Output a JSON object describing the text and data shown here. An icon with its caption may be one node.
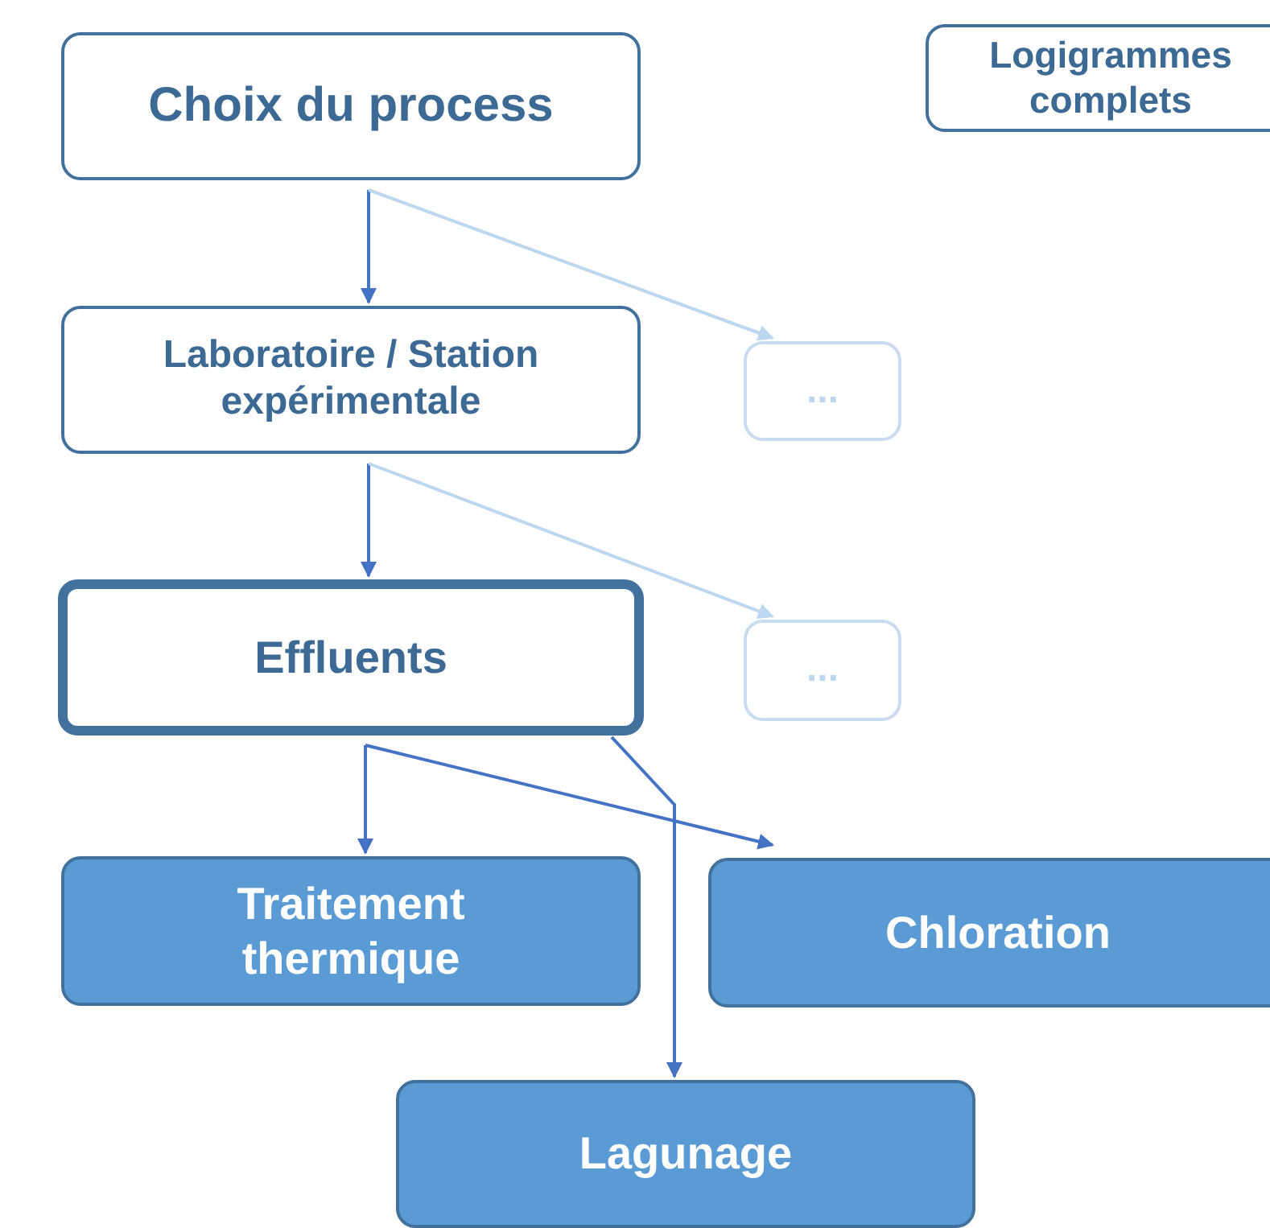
{
  "diagram": {
    "nodes": [
      {
        "text": [
          "Choix du process"
        ]
      },
      {
        "text": [
          "Logigrammes complets"
        ]
      },
      {
        "text": [
          "Laboratoire / Station expérimentale"
        ]
      },
      {
        "text": [
          "..."
        ]
      },
      {
        "text": [
          "Effluents"
        ]
      },
      {
        "text": [
          "..."
        ]
      },
      {
        "text": [
          "Traitement thermique"
        ]
      },
      {
        "text": [
          "Chloration"
        ]
      },
      {
        "text": [
          "Lagunage"
        ]
      }
    ],
    "edges": [
      {
        "from": 0,
        "to": 2,
        "arrow": "to"
      },
      {
        "from": 0,
        "to": 3,
        "arrow": "to",
        "color": "#bdd7ee"
      },
      {
        "from": 2,
        "to": 4,
        "arrow": "to"
      },
      {
        "from": 2,
        "to": 5,
        "arrow": "to",
        "color": "#bdd7ee"
      },
      {
        "from": 4,
        "to": 6,
        "arrow": "to"
      },
      {
        "from": 4,
        "to": 7,
        "arrow": "to"
      },
      {
        "from": 4,
        "to": 8,
        "arrow": "to"
      }
    ]
  }
}
